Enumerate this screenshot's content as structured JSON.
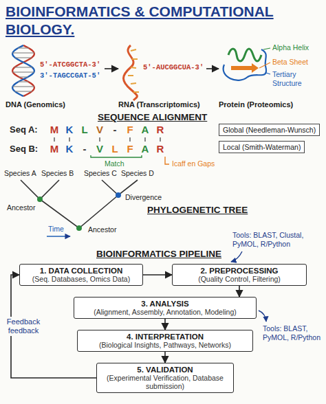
{
  "diagram": {
    "title": "BIOINFORMATICS & COMPUTATIONAL BIOLOGY.",
    "nodes": [
      {
        "text": [
          "5'-ATCGGCTA-3'",
          "3'-TAGCCGAT-5'",
          "DNA (Genomics)"
        ]
      },
      {
        "text": [
          "5'-AUCGGCUA-3'",
          "RNA (Transcriptomics)"
        ]
      },
      {
        "text": [
          "Protein (Proteomics)"
        ]
      },
      {
        "text": [
          "Global (Needleman-Wunsch)"
        ]
      },
      {
        "text": [
          "Local (Smith-Waterman)"
        ]
      },
      {
        "text": [
          "1. DATA COLLECTION",
          "(Seq. Databases, Omics Data)"
        ]
      },
      {
        "text": [
          "2. PREPROCESSING",
          "(Quality Control, Filtering)"
        ]
      },
      {
        "text": [
          "3. ANALYSIS",
          "(Alignment, Assembly, Annotation, Modeling)"
        ]
      },
      {
        "text": [
          "4. INTERPRETATION",
          "(Biological Insights, Pathways, Networks)"
        ]
      },
      {
        "text": [
          "5. VALIDATION",
          "(Experimental Verification, Database submission)"
        ]
      }
    ],
    "edges": [
      {
        "from": 0,
        "to": 1,
        "arrow": "to"
      },
      {
        "from": 1,
        "to": 2,
        "arrow": "to"
      },
      {
        "from": 5,
        "to": 6,
        "arrow": "to"
      },
      {
        "from": 6,
        "to": 7,
        "arrow": "to"
      },
      {
        "from": 7,
        "to": 8,
        "arrow": "to"
      },
      {
        "from": 8,
        "to": 9,
        "arrow": "to"
      },
      {
        "from": 9,
        "to": 5,
        "label": "Feedback feedback",
        "arrow": "to"
      }
    ],
    "labels": [
      "Alpha Helix",
      "Beta Sheet",
      "Tertiary Structure",
      "SEQUENCE ALIGNMENT",
      "Seq A:",
      "M",
      "K",
      "L",
      "V",
      "-",
      "F",
      "A",
      "R",
      "Seq B:",
      "M",
      "K",
      "-",
      "V",
      "L",
      "F",
      "A",
      "R",
      "Match",
      "Icaff en Gaps",
      "Species A",
      "Species B",
      "Species C",
      "Species D",
      "Ancestor",
      "Divergence",
      "Time",
      "Ancestor",
      "PHYLOGENETIC TREE",
      "Tools: BLAST, Clustal, PyMOL, R/Python",
      "BIOINFORMATICS PIPELINE",
      "Tools: BLAST, PyMOL, R/Python"
    ]
  }
}
